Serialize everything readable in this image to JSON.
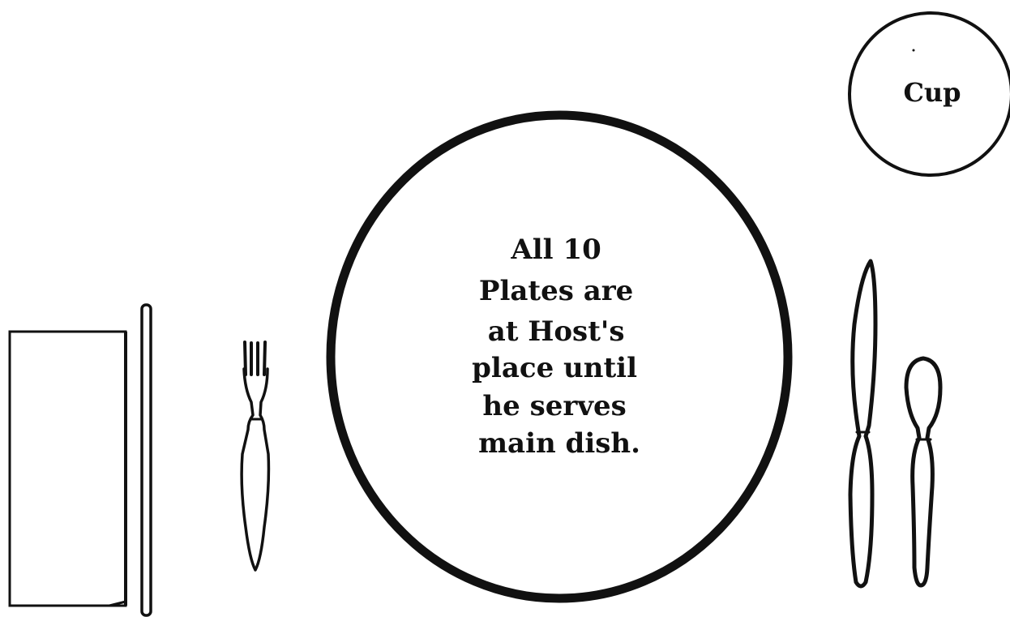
{
  "plate": {
    "lines": [
      "All 10",
      "Plates are",
      "at Host's",
      "place until",
      "he serves",
      "main dish."
    ]
  },
  "cup": {
    "label": "Cup"
  },
  "colors": {
    "ink": "#111111",
    "background": "#ffffff"
  }
}
